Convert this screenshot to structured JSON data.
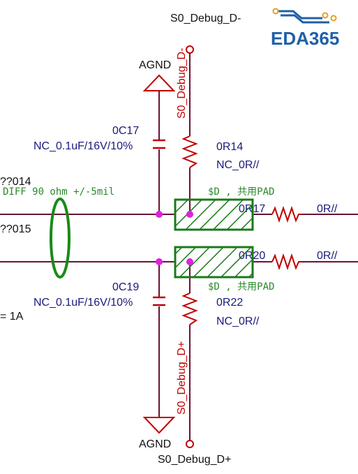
{
  "logo": {
    "text": "EDA365"
  },
  "nets": {
    "top_net": "S0_Debug_D-",
    "top_net_vertical": "S0_Debug_D-",
    "bottom_net": "S0_Debug_D+",
    "bottom_net_vertical": "S0_Debug_D+",
    "net_left_1": "??014",
    "net_left_2": "??015",
    "current": "= 1A"
  },
  "grounds": {
    "top": "AGND",
    "bottom": "AGND"
  },
  "components": {
    "c17": {
      "ref": "0C17",
      "value": "NC_0.1uF/16V/10%"
    },
    "c19": {
      "ref": "0C19",
      "value": "NC_0.1uF/16V/10%"
    },
    "r14": {
      "ref": "0R14",
      "value": "NC_0R//"
    },
    "r22": {
      "ref": "0R22",
      "value": "NC_0R//"
    },
    "r17": {
      "ref": "0R17",
      "value": "0R//"
    },
    "r20": {
      "ref": "0R20",
      "value": "0R//"
    }
  },
  "annotations": {
    "diff_rule": "DIFF 90 ohm +/-5mil",
    "pad_top": "$D , 共用PAD",
    "pad_bottom": "$D , 共用PAD"
  },
  "colors": {
    "wire": "#6b1234",
    "junction": "#e020e0",
    "label": "#1a1a7a",
    "component": "#c00000",
    "pad": "#1a7a1a",
    "diff_ellipse": "#1a8a1a",
    "annotation": "#2a8a2a",
    "logo": "#1f5fa8",
    "logo_accent": "#e0a020"
  }
}
